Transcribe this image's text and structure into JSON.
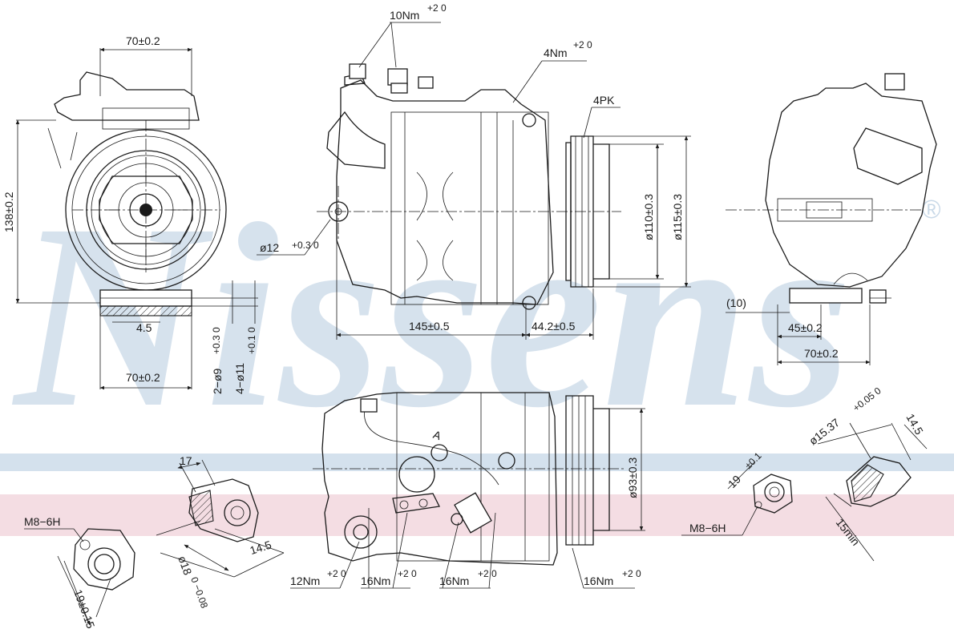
{
  "watermark": {
    "brand": "Nissens",
    "registered": "®",
    "color": "#c9d9e8",
    "stripe_blue": "#c9d9e8",
    "stripe_pink": "#f0d2da"
  },
  "front_view": {
    "width_top": "70±0.2",
    "height": "138±0.2",
    "flange_offset": "4.5",
    "width_bottom": "70±0.2",
    "hole_a": "2−ø9",
    "hole_a_tol": "+0.3 0",
    "hole_b": "4−ø11",
    "hole_b_tol": "+0.1 0"
  },
  "side_view": {
    "torque_top": "10Nm",
    "torque_top_tol": "+2 0",
    "torque_right": "4Nm",
    "torque_right_tol": "+2 0",
    "belt": "4PK",
    "pivot_hole": "ø12",
    "pivot_hole_tol": "+0.3 0",
    "length": "145±0.5",
    "pulley_offset": "44.2±0.5",
    "pulley_dia_inner": "ø110±0.3",
    "pulley_dia_outer": "ø115±0.3"
  },
  "rear_view": {
    "offset": "(10)",
    "width_inner": "45±0.2",
    "width_outer": "70±0.2"
  },
  "bottom_view": {
    "pulley_dia": "ø93±0.3",
    "torque_1": "12Nm",
    "torque_2": "16Nm",
    "torque_3": "16Nm",
    "torque_4": "16Nm",
    "torque_tol": "+2 0",
    "port_marking": "A"
  },
  "fitting_left": {
    "thread": "M8−6H",
    "port_width": "17",
    "length": "14.5",
    "bore": "ø18",
    "bore_tol": "0 −0.08",
    "spacing": "19±0.15"
  },
  "fitting_right": {
    "thread": "M8−6H",
    "spacing": "19",
    "spacing_tol": "±0.1",
    "bore": "ø15.37",
    "bore_tol": "+0.05 0",
    "depth": "14.5",
    "min_length": "15min"
  }
}
